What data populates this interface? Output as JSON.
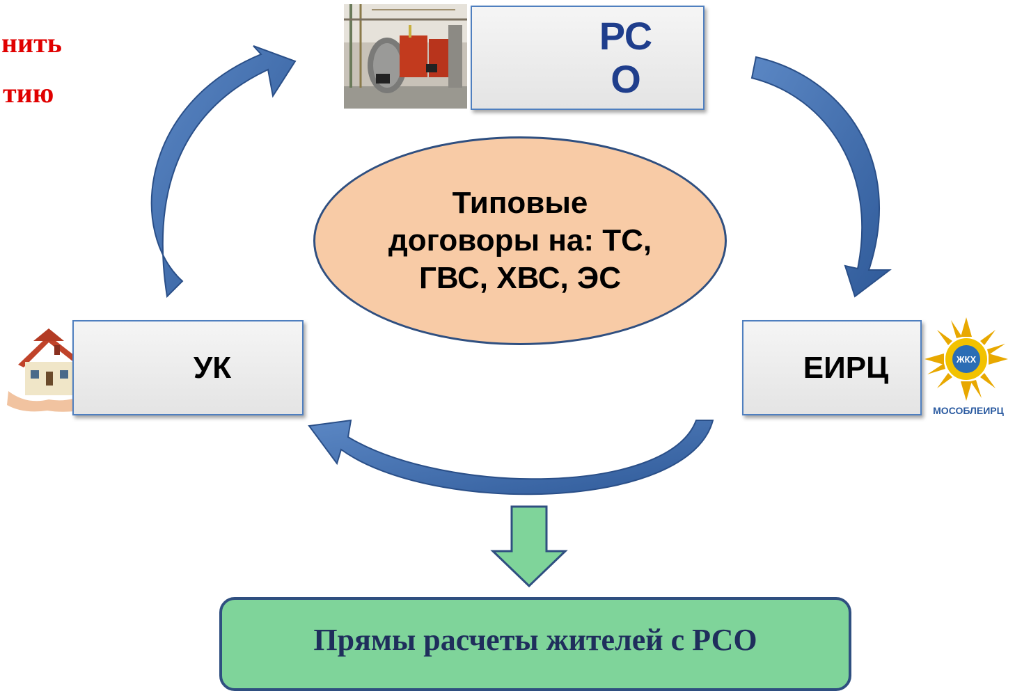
{
  "title_fragments": {
    "line1": "нить",
    "line2": "тию"
  },
  "nodes": {
    "rso": "РСО",
    "uk": "УК",
    "eirc": "ЕИРЦ"
  },
  "center": {
    "text": "Типовые договоры на: ТС, ГВС, ХВС, ЭС"
  },
  "result": {
    "text": "Прямы расчеты жителей с РСО"
  },
  "logo": {
    "badge": "ЖКХ",
    "caption": "МОСОБЛЕИРЦ"
  },
  "colors": {
    "arrow_blue": "#3e6aaa",
    "down_arrow_green": "#7fd49a",
    "ellipse_fill": "#f8cba6",
    "highlight_red": "#e00000"
  }
}
